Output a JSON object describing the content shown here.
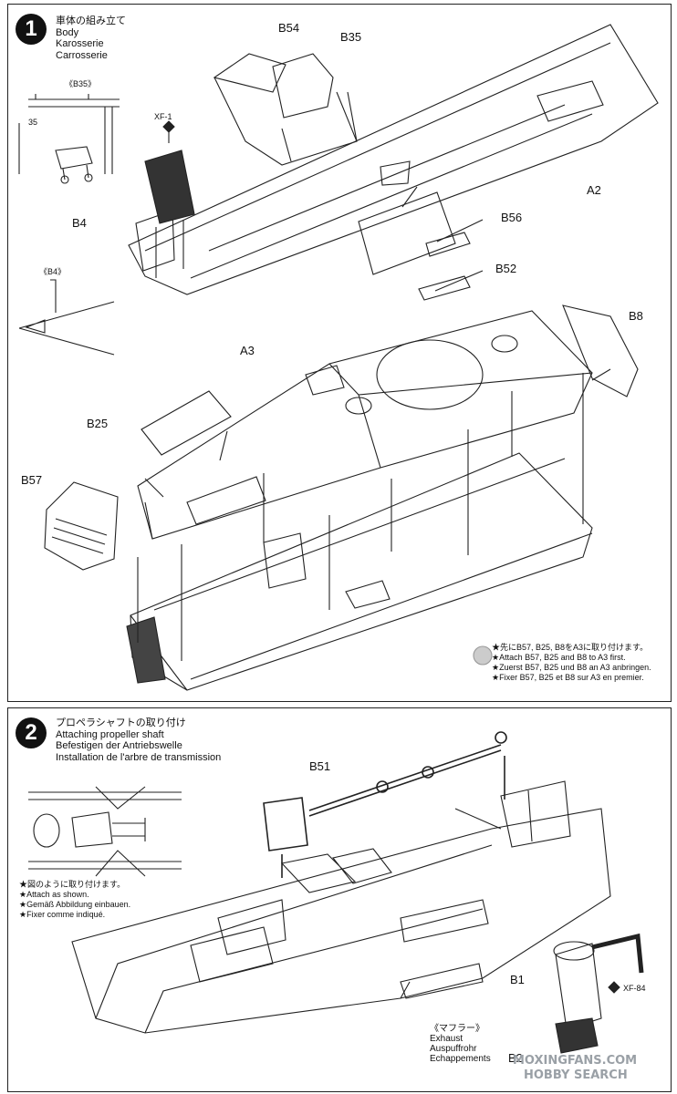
{
  "step1": {
    "number": "1",
    "title_jp": "車体の組み立て",
    "title_en": "Body",
    "title_de": "Karosserie",
    "title_fr": "Carrosserie",
    "inset_b35": "《B35》",
    "inset_b35_num": "35",
    "inset_b4": "《B4》",
    "paint_code": "XF-1",
    "parts": {
      "b54": "B54",
      "b35": "B35",
      "a2": "A2",
      "b4": "B4",
      "b56": "B56",
      "b52": "B52",
      "b8": "B8",
      "a3": "A3",
      "b25": "B25",
      "b57": "B57"
    },
    "note": {
      "jp": "★先にB57, B25, B8をA3に取り付けます。",
      "en": "★Attach B57, B25 and B8 to A3 first.",
      "de": "★Zuerst B57, B25 und B8 an A3 anbringen.",
      "fr": "★Fixer B57, B25 et B8 sur A3 en premier."
    }
  },
  "step2": {
    "number": "2",
    "title_jp": "プロペラシャフトの取り付け",
    "title_en": "Attaching propeller shaft",
    "title_de": "Befestigen der Antriebswelle",
    "title_fr": "Installation de l'arbre de transmission",
    "note": {
      "jp": "★図のように取り付けます。",
      "en": "★Attach as shown.",
      "de": "★Gemäß Abbildung einbauen.",
      "fr": "★Fixer comme indiqué."
    },
    "parts": {
      "b51": "B51",
      "b1": "B1",
      "b2": "B2"
    },
    "paint_code": "XF-84",
    "exhaust_jp": "《マフラー》",
    "exhaust_en": "Exhaust",
    "exhaust_de": "Auspuffrohr",
    "exhaust_fr": "Echappements"
  },
  "watermark": {
    "line1": "MOXINGFANS.COM",
    "line2": "HOBBY SEARCH"
  }
}
